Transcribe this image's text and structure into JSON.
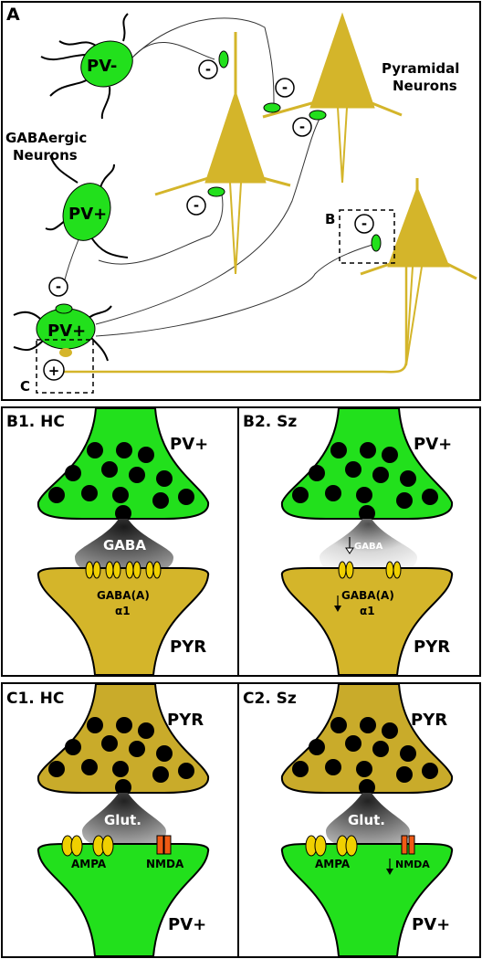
{
  "panel_a": {
    "label": "A",
    "pyramidal_title_1": "Pyramidal",
    "pyramidal_title_2": "Neurons",
    "gaba_title_1": "GABAergic",
    "gaba_title_2": "Neurons",
    "pv_minus": "PV-",
    "pv_plus_top": "PV+",
    "pv_plus_bottom": "PV+",
    "box_b": "B",
    "box_c": "C",
    "inhibitory_sign": "-",
    "excitatory_sign": "+"
  },
  "panel_b1": {
    "label": "B1. HC",
    "presynaptic": "PV+",
    "transmitter": "GABA",
    "receptor_1": "GABA(A)",
    "receptor_2": "α1",
    "postsynaptic": "PYR"
  },
  "panel_b2": {
    "label": "B2. Sz",
    "presynaptic": "PV+",
    "transmitter": "GABA",
    "receptor_1": "GABA(A)",
    "receptor_2": "α1",
    "postsynaptic": "PYR"
  },
  "panel_c1": {
    "label": "C1. HC",
    "presynaptic": "PYR",
    "transmitter": "Glut.",
    "receptor_ampa": "AMPA",
    "receptor_nmda": "NMDA",
    "postsynaptic": "PV+"
  },
  "panel_c2": {
    "label": "C2. Sz",
    "presynaptic": "PYR",
    "transmitter": "Glut.",
    "receptor_ampa": "AMPA",
    "receptor_nmda": "NMDA",
    "postsynaptic": "PV+"
  },
  "colors": {
    "pv_green": "#22e01c",
    "pyr_gold": "#d4b52a",
    "pyr_dark": "#b89b1e",
    "nmda_orange": "#f05a14",
    "vesicle": "#000000"
  }
}
